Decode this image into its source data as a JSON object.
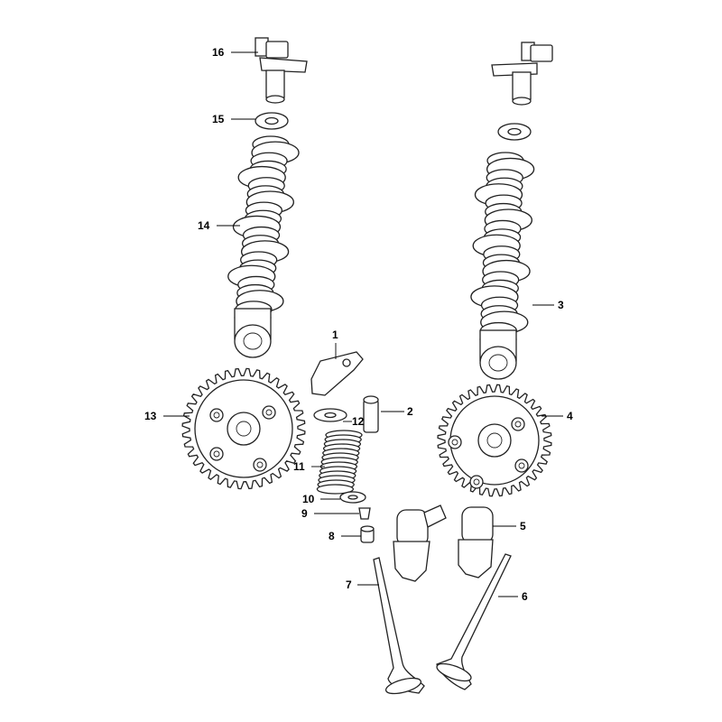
{
  "diagram": {
    "type": "exploded parts diagram - camshafts and valve train",
    "callouts": {
      "c1": "1",
      "c2": "2",
      "c3": "3",
      "c4": "4",
      "c5": "5",
      "c6": "6",
      "c7": "7",
      "c8": "8",
      "c9": "9",
      "c10": "10",
      "c11": "11",
      "c12": "12",
      "c13": "13",
      "c14": "14",
      "c15": "15",
      "c16": "16"
    }
  }
}
